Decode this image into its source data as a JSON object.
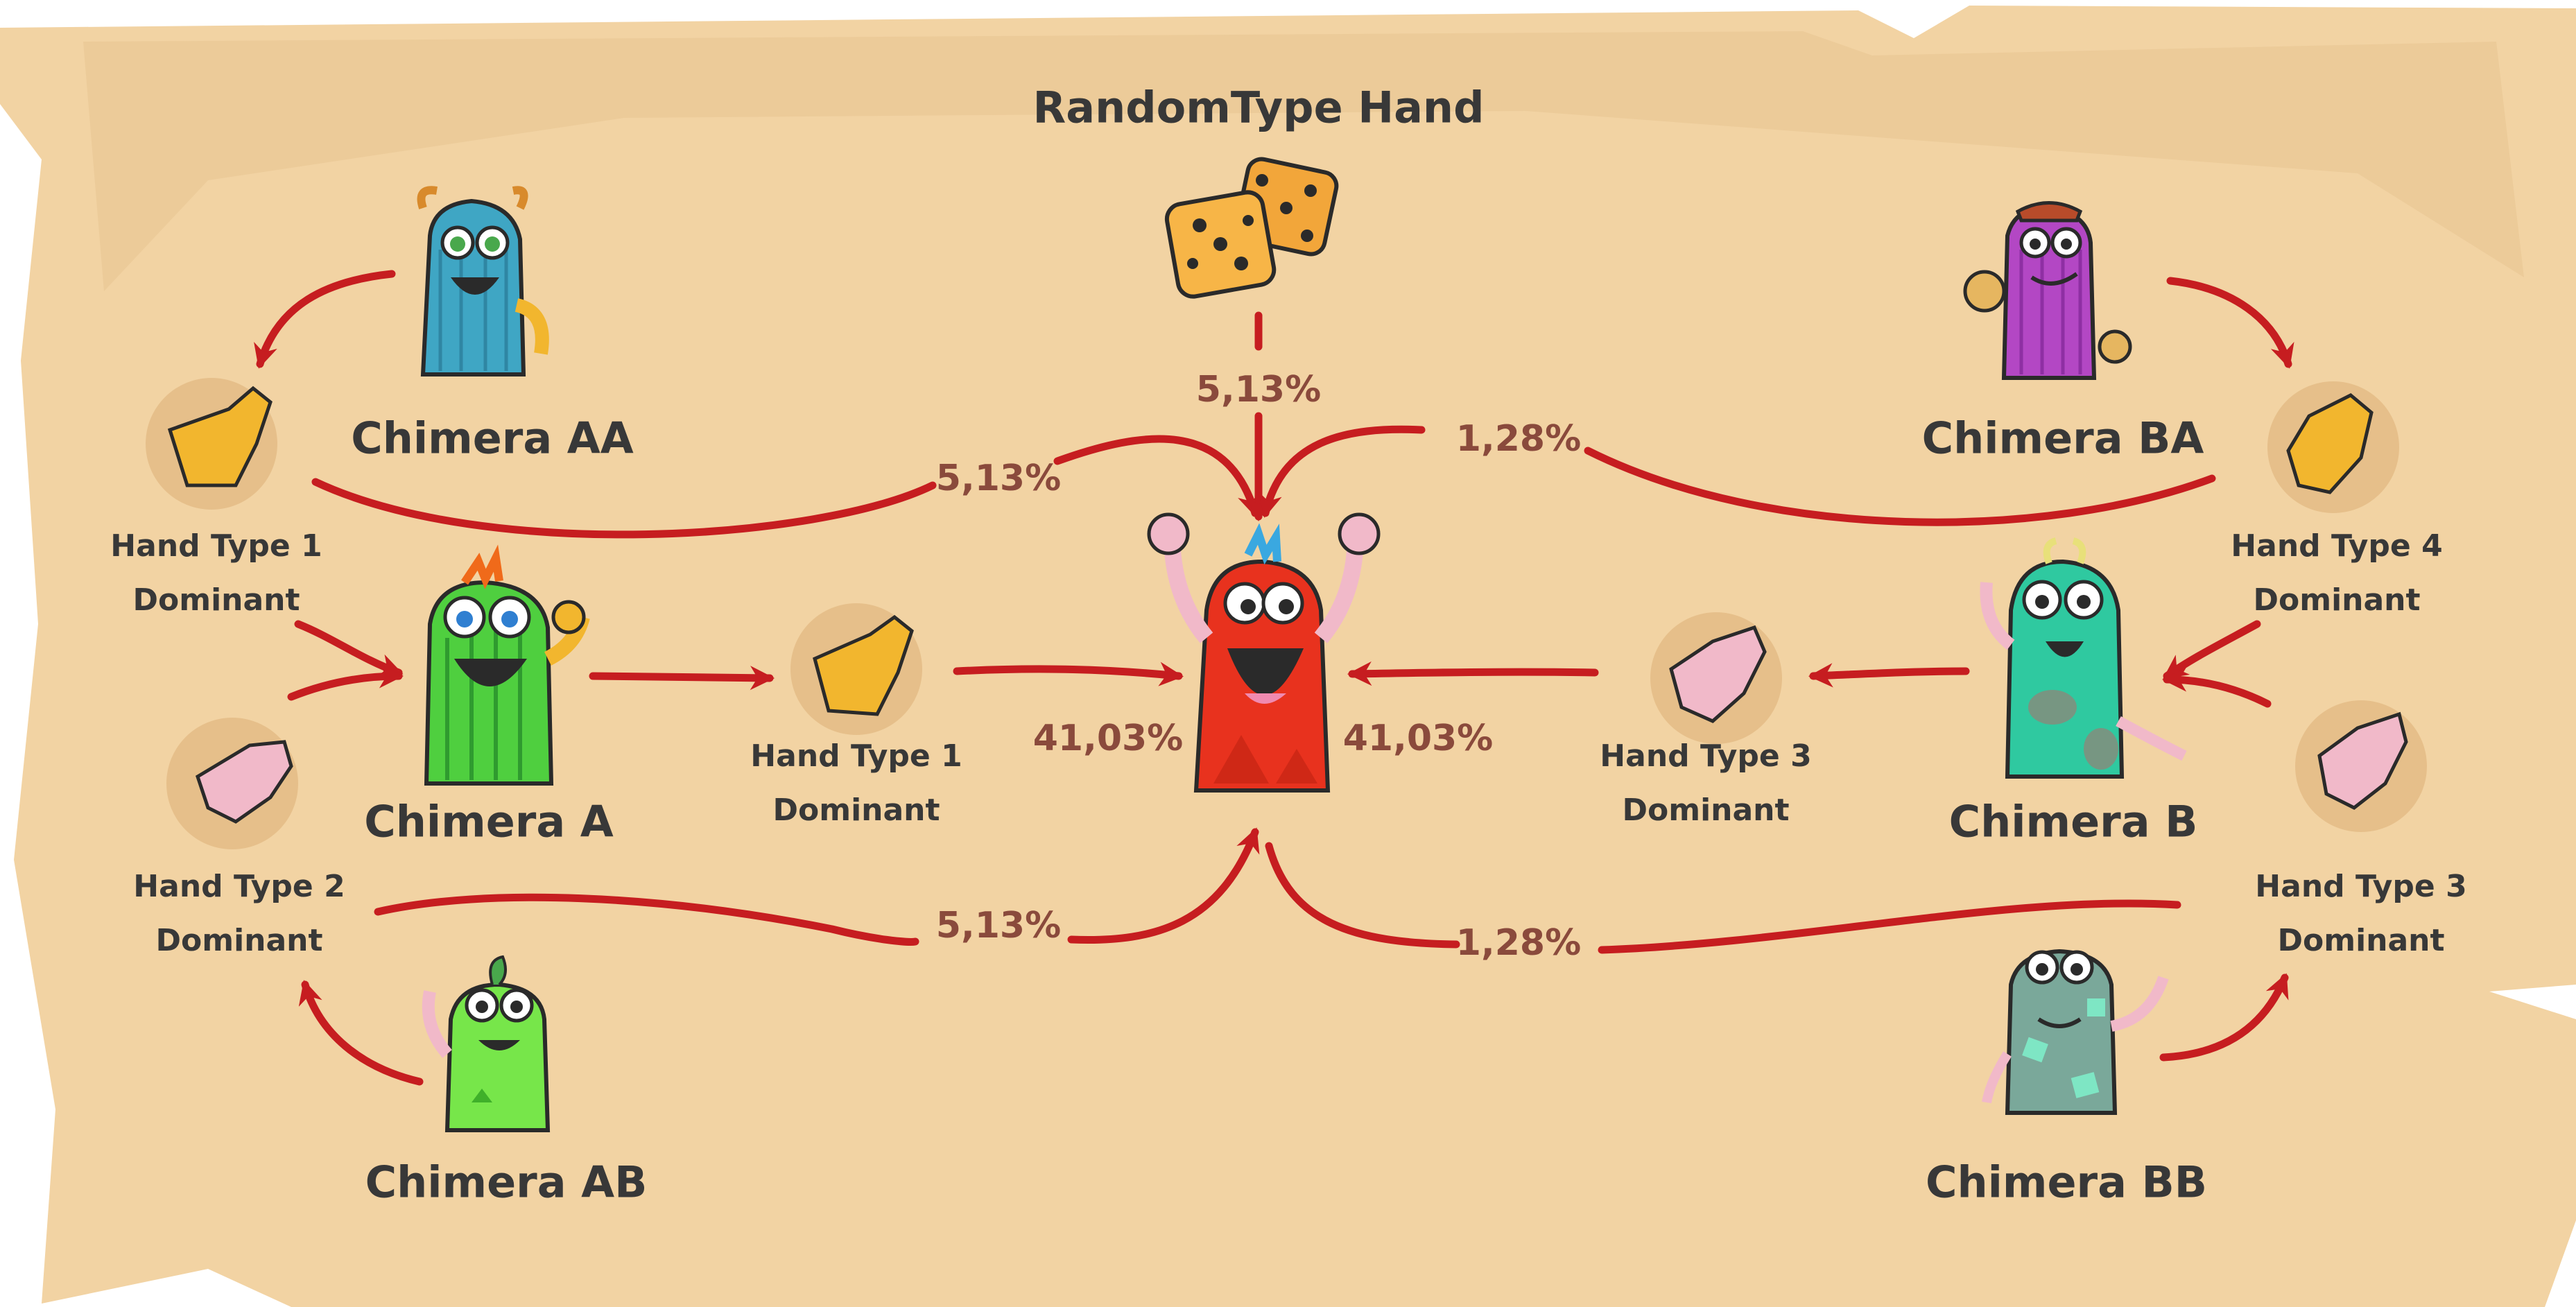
{
  "title": "RandomType Hand",
  "chimeras": {
    "aa": "Chimera AA",
    "ab": "Chimera AB",
    "a": "Chimera A",
    "ba": "Chimera BA",
    "bb": "Chimera BB",
    "b": "Chimera B"
  },
  "hands": {
    "aa_type": "Hand Type 1",
    "aa_dom": "Dominant",
    "ab_type": "Hand Type 2",
    "ab_dom": "Dominant",
    "a_type": "Hand Type 1",
    "a_dom": "Dominant",
    "ba_type": "Hand Type 4",
    "ba_dom": "Dominant",
    "bb_type": "Hand Type 3",
    "bb_dom": "Dominant",
    "b_type": "Hand Type 3",
    "b_dom": "Dominant"
  },
  "percentages": {
    "random": "5,13%",
    "aa": "5,13%",
    "ba": "1,28%",
    "a": "41,03%",
    "b": "41,03%",
    "ab": "5,13%",
    "bb": "1,28%"
  },
  "colors": {
    "parchment": "#f2d3a3",
    "arrow": "#c61d20",
    "text": "#383838",
    "percent": "#8a4a3c",
    "hand_bg": "#e6bf8a"
  }
}
